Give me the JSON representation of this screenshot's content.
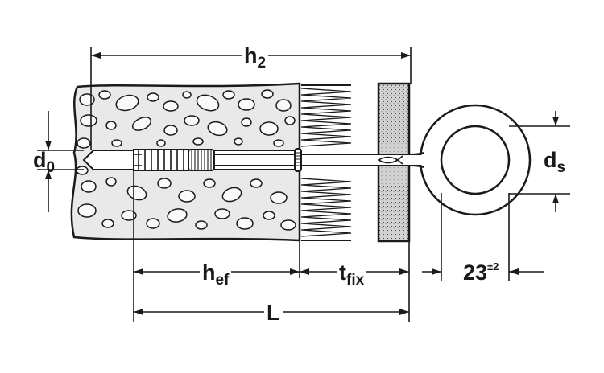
{
  "dimensions": {
    "h2": {
      "base": "h",
      "sub": "2"
    },
    "d0": {
      "base": "d",
      "sub": "0"
    },
    "ds": {
      "base": "d",
      "sub": "s"
    },
    "hef": {
      "base": "h",
      "sub": "ef"
    },
    "tfix": {
      "base": "t",
      "sub": "fix"
    },
    "L": {
      "base": "L"
    },
    "eye": {
      "base": "23",
      "sup": "±2"
    }
  },
  "colors": {
    "line": "#1a1a1a",
    "concrete_fill": "#e9e9e9",
    "board_fill": "#d4d4d4",
    "background": "#ffffff"
  }
}
